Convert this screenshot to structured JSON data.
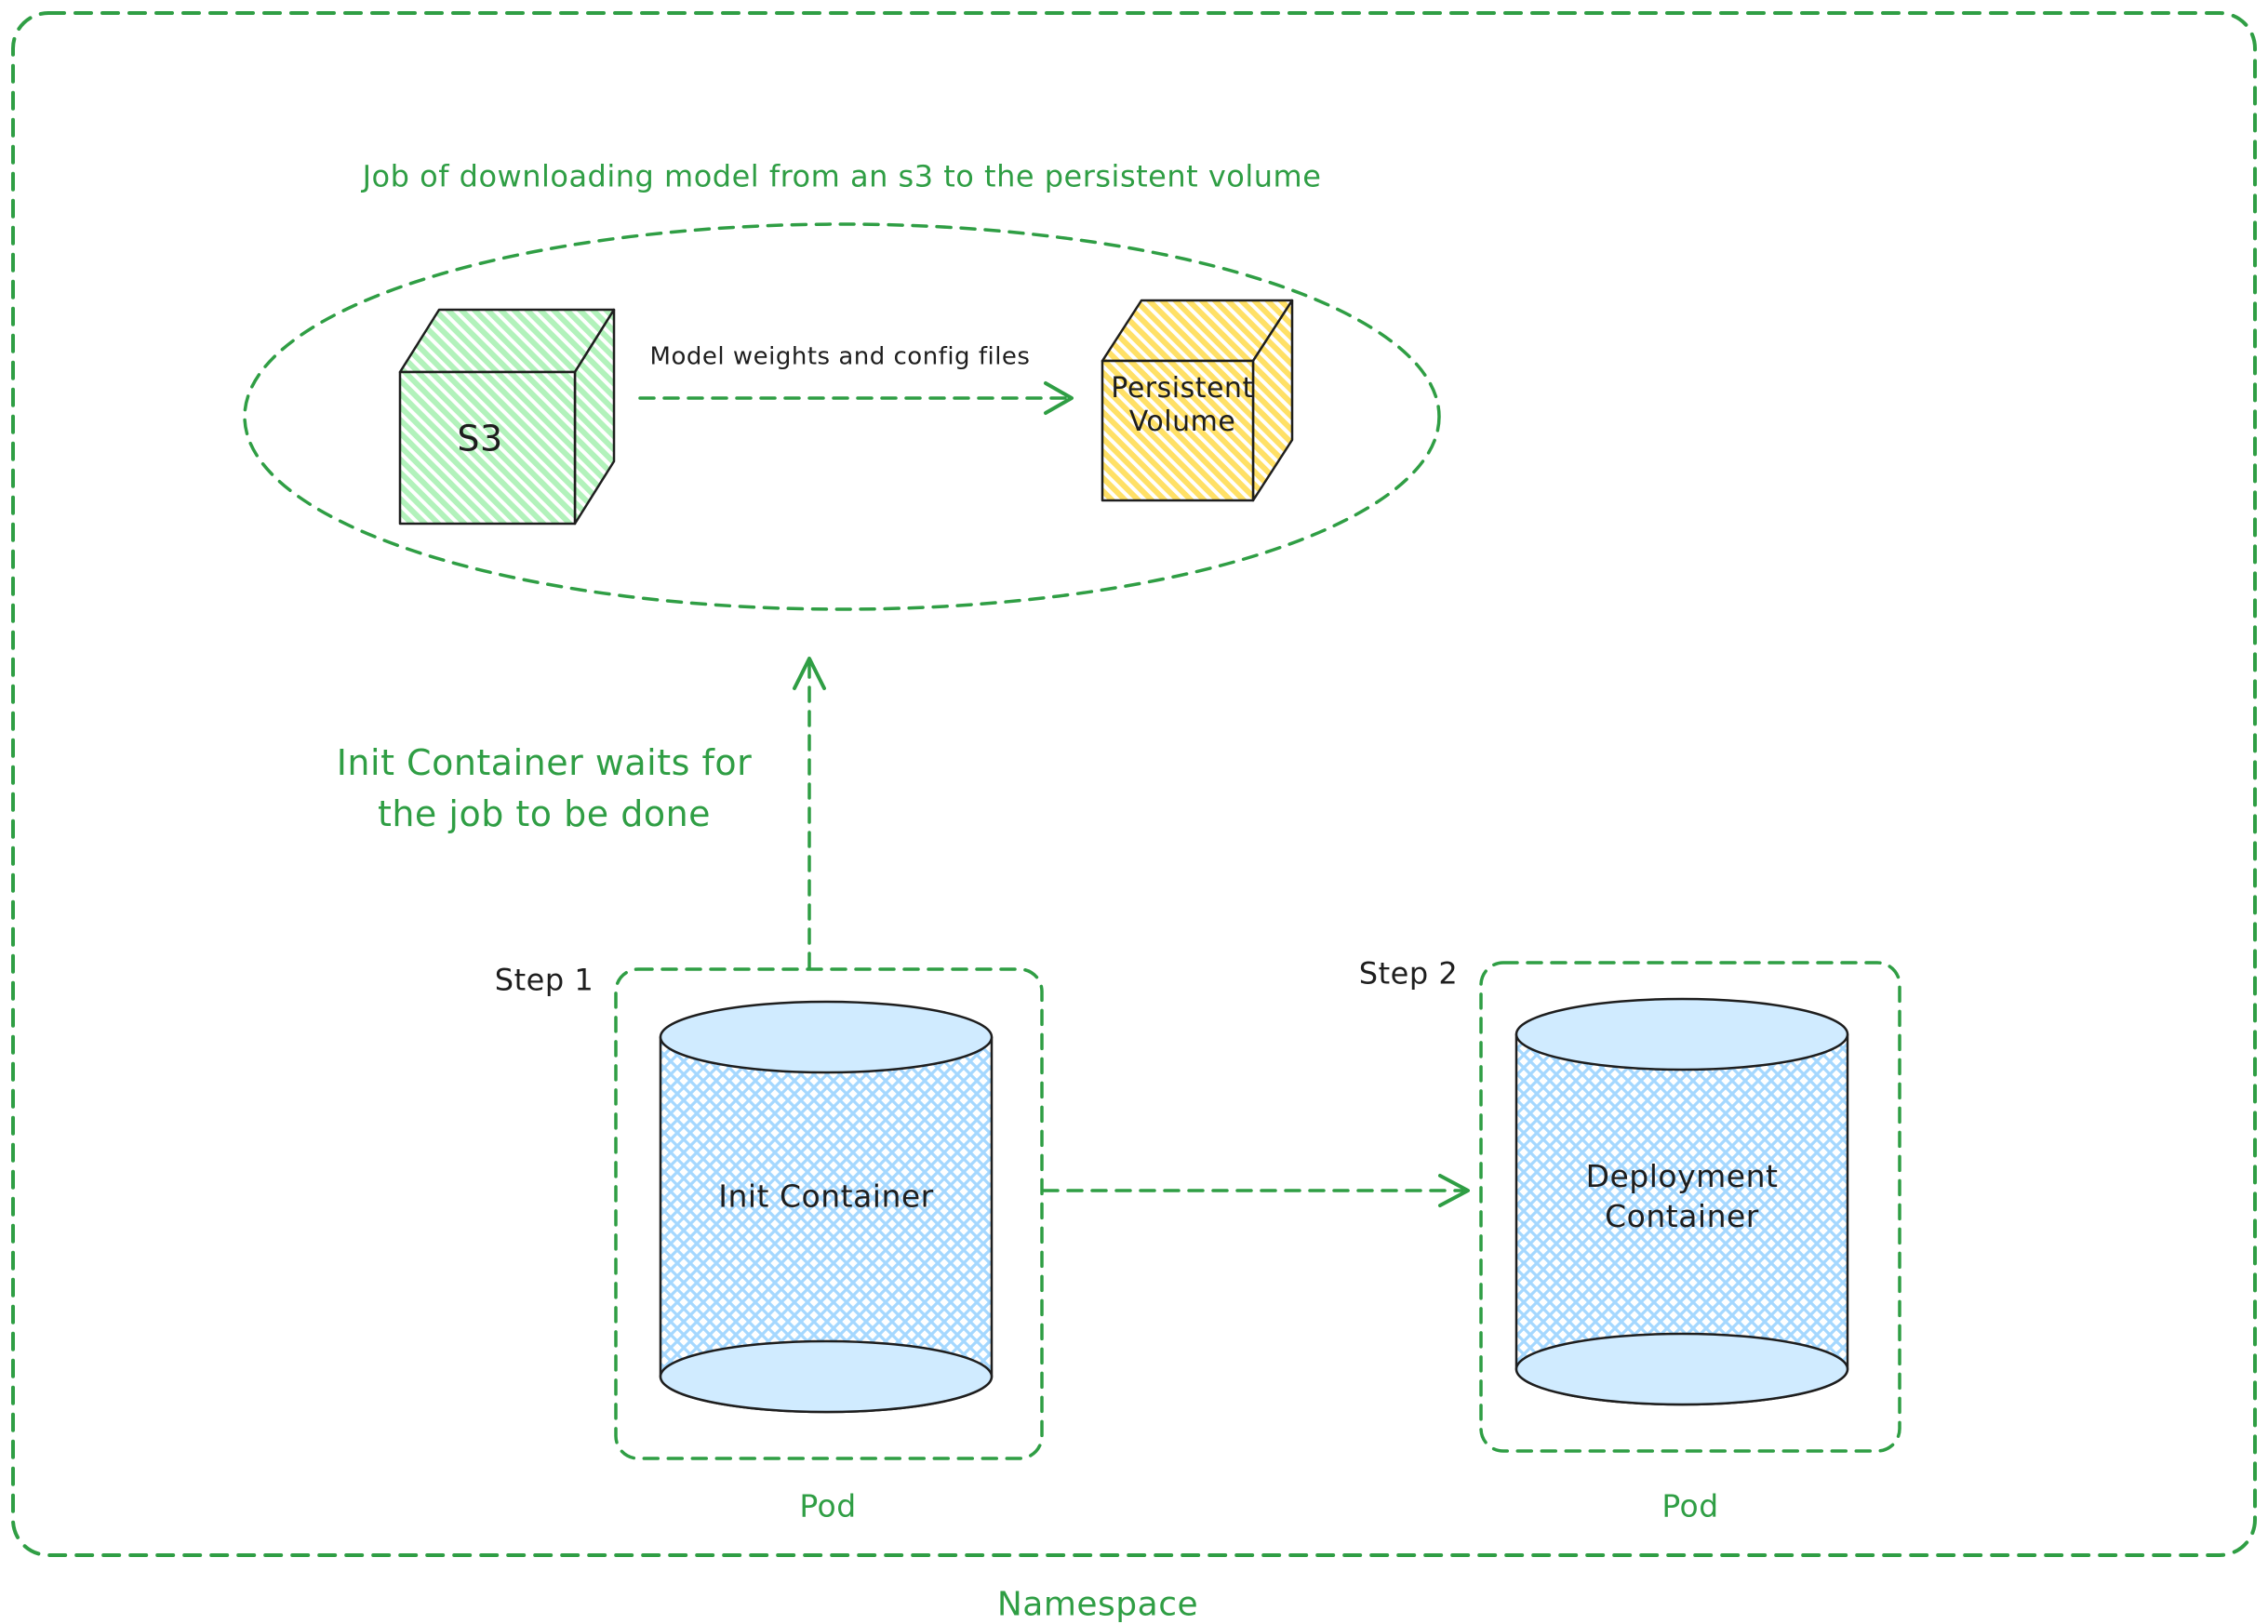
{
  "colors": {
    "diagram_green": "#2f9e44",
    "ink": "#1e1e1e",
    "s3_cube_fill": "#b2f2bb",
    "persistent_volume_cube_fill": "#ffe066",
    "cylinder_body_fill": "#a5d8ff",
    "cylinder_cap_fill": "#d0ebff",
    "background": "#ffffff"
  },
  "job_group": {
    "title": "Job of downloading model from an s3 to the persistent volume",
    "s3_label": "S3",
    "persistent_volume_label": "Persistent\nVolume",
    "transfer_arrow_label": "Model weights and config files"
  },
  "init_wait_note": "Init Container waits for\nthe job to be done",
  "step1": {
    "step_label": "Step 1",
    "container_label": "Init Container",
    "pod_label": "Pod"
  },
  "step2": {
    "step_label": "Step 2",
    "container_label": "Deployment\nContainer",
    "pod_label": "Pod"
  },
  "namespace_label": "Namespace"
}
